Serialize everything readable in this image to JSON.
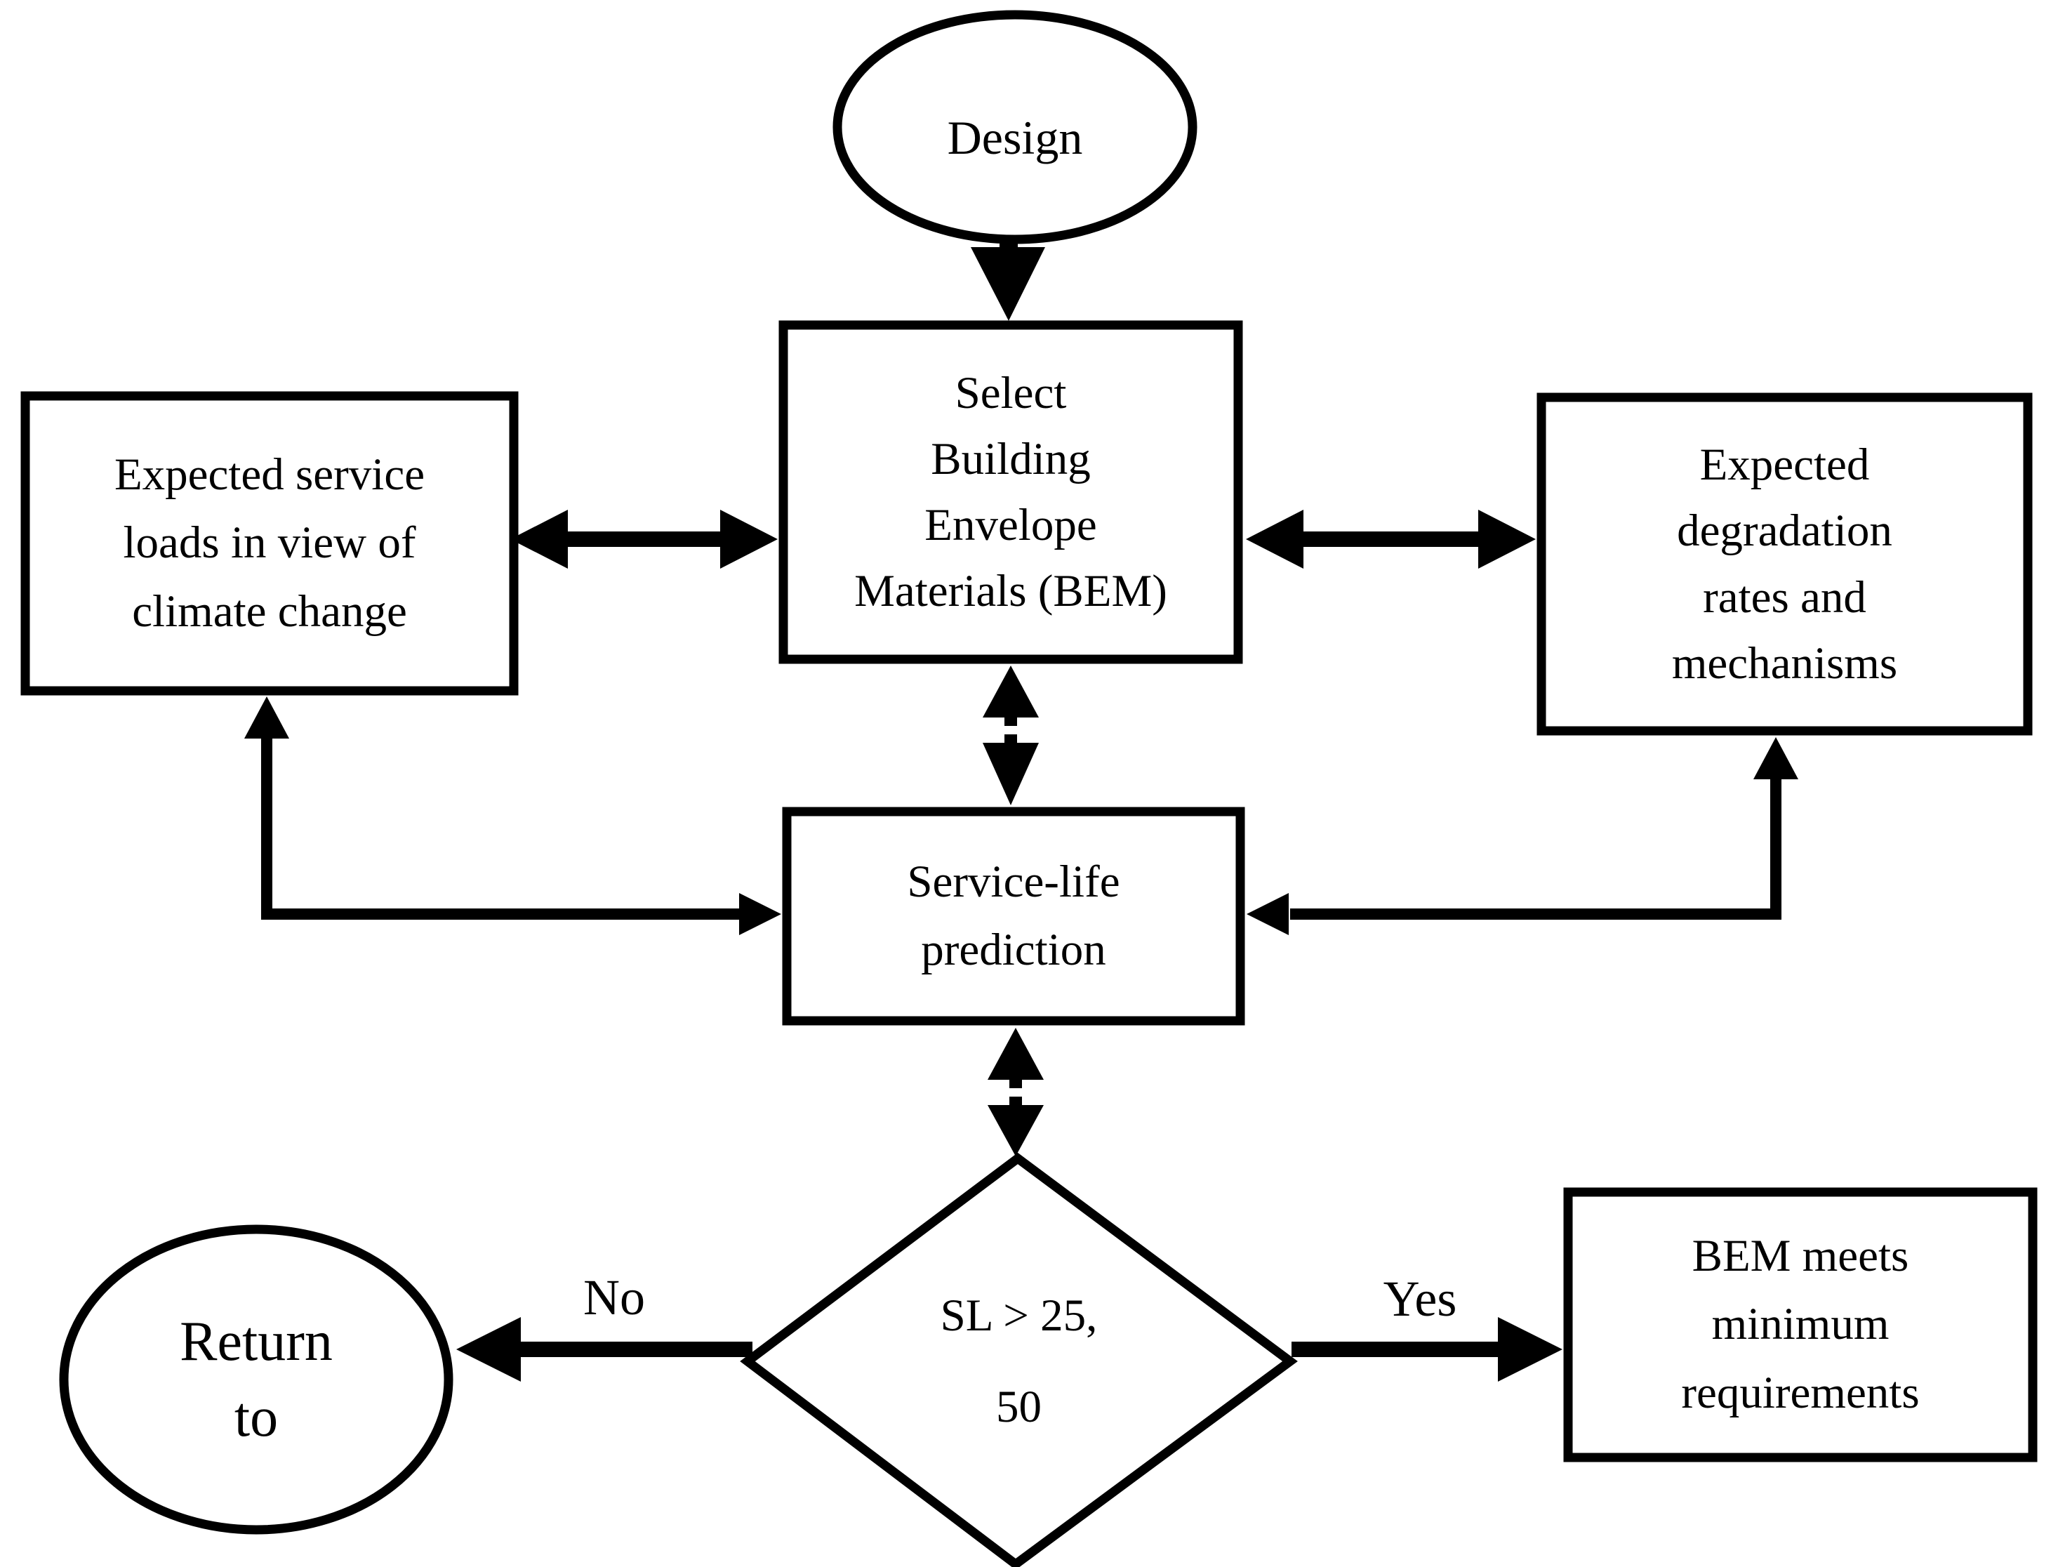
{
  "figure": {
    "type": "flowchart",
    "background_color": "#ffffff",
    "stroke_color": "#000000",
    "text_color": "#000000"
  },
  "nodes": {
    "design": {
      "shape": "ellipse",
      "label": "Design"
    },
    "service_loads": {
      "shape": "rectangle",
      "label": "Expected service\nloads in view of\nclimate change"
    },
    "select_bem": {
      "shape": "rectangle",
      "label": "Select\nBuilding\nEnvelope\nMaterials (BEM)"
    },
    "degradation": {
      "shape": "rectangle",
      "label": "Expected\ndegradation\nrates and\nmechanisms"
    },
    "service_life": {
      "shape": "rectangle",
      "label": "Service-life\nprediction"
    },
    "decision": {
      "shape": "diamond",
      "label": "SL > 25,\n50"
    },
    "return_to": {
      "shape": "ellipse",
      "label": "Return\nto"
    },
    "bem_meets": {
      "shape": "rectangle",
      "label": "BEM meets\nminimum\nrequirements"
    }
  },
  "edges": {
    "no_label": "No",
    "yes_label": "Yes"
  }
}
